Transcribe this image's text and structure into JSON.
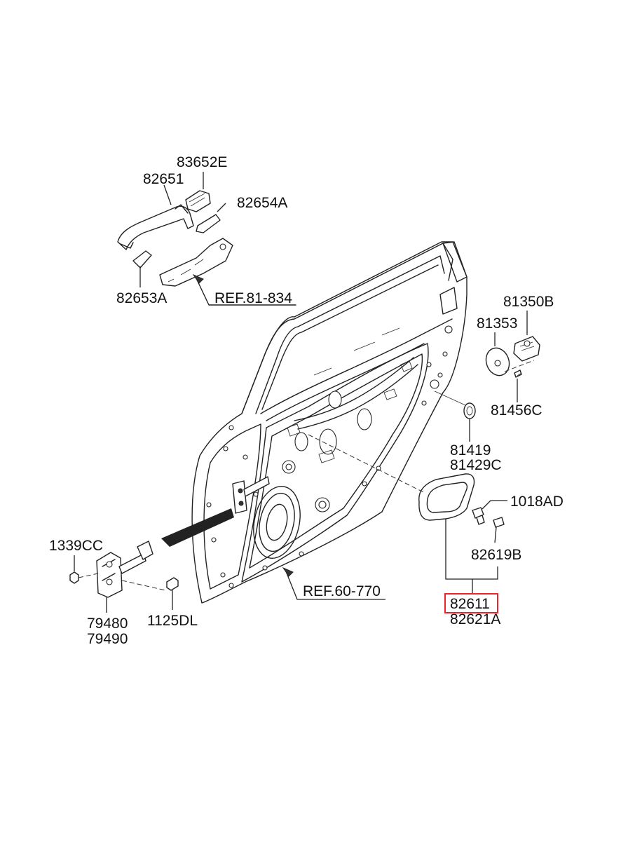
{
  "labels": {
    "p83652e": "83652E",
    "p82651": "82651",
    "p82654a": "82654A",
    "p82653a": "82653A",
    "ref81834": "REF.81-834",
    "p81350b": "81350B",
    "p81353": "81353",
    "p81456c": "81456C",
    "p81419": "81419",
    "p81429c": "81429C",
    "p1018ad": "1018AD",
    "p82619b": "82619B",
    "p82611": "82611",
    "p82621a": "82621A",
    "p1339cc": "1339CC",
    "p79480": "79480",
    "p79490": "79490",
    "p1125dl": "1125DL",
    "ref60770": "REF.60-770"
  },
  "highlight": {
    "part": "82611",
    "color": "#e8262b"
  }
}
